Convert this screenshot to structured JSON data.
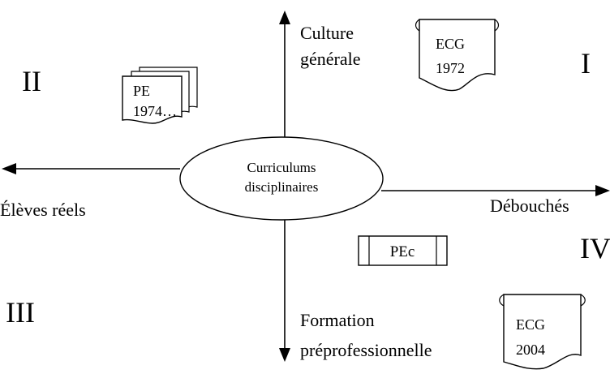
{
  "center": {
    "line1": "Curriculums",
    "line2": "disciplinaires"
  },
  "axes": {
    "top_line1": "Culture",
    "top_line2": "générale",
    "left": "Élèves réels",
    "right": "Débouchés",
    "bottom_line1": "Formation",
    "bottom_line2": "préprofessionnelle"
  },
  "quadrants": {
    "i": "I",
    "ii": "II",
    "iii": "III",
    "iv": "IV"
  },
  "documents": {
    "ecg_1972": {
      "line1": "ECG",
      "line2": "1972"
    },
    "pe_1974": {
      "line1": "PE",
      "line2": "1974…"
    },
    "pec": {
      "label": "PEc"
    },
    "ecg_2004": {
      "line1": "ECG",
      "line2": "2004"
    }
  }
}
